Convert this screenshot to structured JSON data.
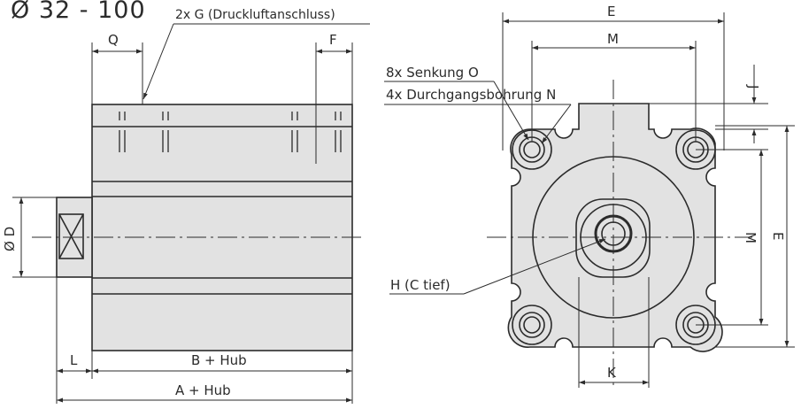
{
  "title": "Ø 32 - 100",
  "side_view": {
    "port_callout": "2x G (Druckluftanschluss)",
    "dim_q": "Q",
    "dim_f": "F",
    "dim_d": "Ø D",
    "dim_l": "L",
    "dim_b": "B + Hub",
    "dim_a": "A + Hub"
  },
  "front_view": {
    "dim_e_top": "E",
    "dim_m_top": "M",
    "dim_j": "J",
    "callout_countersink": "8x Senkung O",
    "callout_through_hole": "4x Durchgangsbohrung N",
    "callout_thread": "H (C tief)",
    "dim_m_right": "M",
    "dim_e_right": "E",
    "dim_k": "K"
  },
  "colors": {
    "body_fill": "#e2e2e2",
    "outline": "#2b2b2b",
    "background": "#ffffff"
  }
}
